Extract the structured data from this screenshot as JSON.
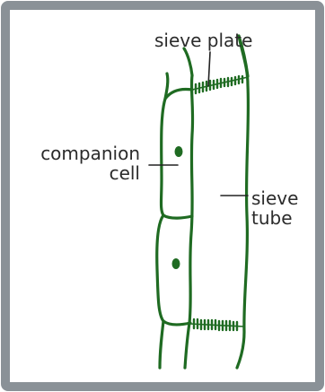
{
  "colors": {
    "border": "#8a9197",
    "cell_stroke": "#1f6b22",
    "label_text": "#2b2b2b",
    "leader_line": "#222222"
  },
  "labels": {
    "sieve_plate": "sieve plate",
    "companion_cell": [
      "companion",
      "cell"
    ],
    "sieve_tube": [
      "sieve",
      "tube"
    ]
  }
}
